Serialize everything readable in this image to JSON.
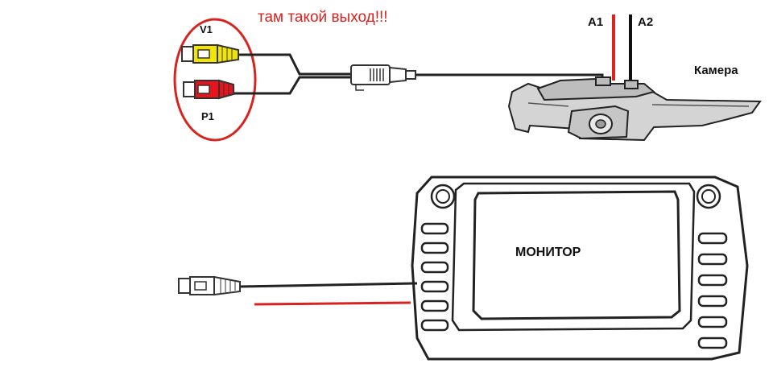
{
  "annotation": {
    "text": "там такой выход!!!",
    "color": "#d8231f"
  },
  "connectors": {
    "v1_label": "V1",
    "p1_label": "P1",
    "v1_color": "#f2e600",
    "p1_color": "#e8141c"
  },
  "camera": {
    "label": "Камера",
    "wire_a1_label": "A1",
    "wire_a2_label": "A2",
    "wire_a1_color": "#d8231f",
    "wire_a2_color": "#111111"
  },
  "monitor": {
    "label": "МОНИТОР",
    "wire_red_color": "#d8231f"
  }
}
